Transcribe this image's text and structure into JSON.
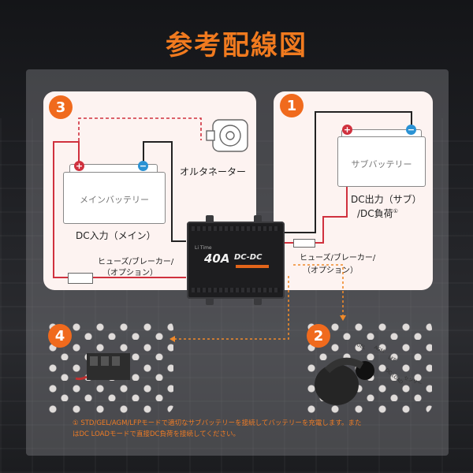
{
  "title": "参考配線図",
  "panels": {
    "panel3": {
      "badge": "3",
      "main_battery": "メインバッテリー",
      "alternator": "オルタネーター",
      "dc_input": "DC入力（メイン）",
      "fuse_line1": "ヒューズ/ブレーカー/",
      "fuse_line2": "（オプション）"
    },
    "panel1": {
      "badge": "1",
      "sub_battery": "サブバッテリー",
      "dc_output_line1": "DC出力（サブ）",
      "dc_output_line2": "/DC負荷",
      "dc_output_note_mark": "①",
      "fuse_line1": "ヒューズ/ブレーカー/",
      "fuse_line2": "（オプション）"
    },
    "panel4": {
      "badge": "4"
    },
    "panel2": {
      "badge": "2",
      "mode_gel": "GEL",
      "mode_agm": "AGM",
      "mode_lfp": "LFP",
      "mode_dcload": "DC LOAD",
      "sensor": "センサー"
    }
  },
  "device": {
    "model": "40A",
    "type": "DC-DC",
    "brand": "Li Time"
  },
  "terminals": {
    "positive": "+",
    "negative": "−"
  },
  "note_line1": "① STD/GEL/AGM/LFPモードで適切なサブバッテリーを接続してバッテリーを充電します。また",
  "note_line2": "はDC LOADモードで直接DC負荷を接続してください。",
  "colors": {
    "accent": "#f06a1d",
    "positive": "#d0313e",
    "negative": "#2a92d4",
    "panel_bg": "#fdf3f1"
  }
}
